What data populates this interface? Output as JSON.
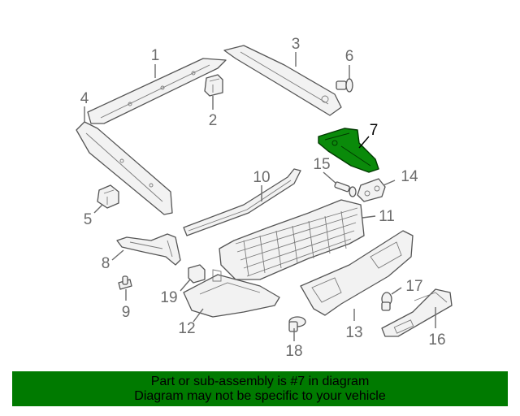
{
  "diagram": {
    "callouts": [
      {
        "id": "1",
        "label": "1"
      },
      {
        "id": "2",
        "label": "2"
      },
      {
        "id": "3",
        "label": "3"
      },
      {
        "id": "4",
        "label": "4"
      },
      {
        "id": "5",
        "label": "5"
      },
      {
        "id": "6",
        "label": "6"
      },
      {
        "id": "7",
        "label": "7"
      },
      {
        "id": "8",
        "label": "8"
      },
      {
        "id": "9",
        "label": "9"
      },
      {
        "id": "10",
        "label": "10"
      },
      {
        "id": "11",
        "label": "11"
      },
      {
        "id": "12",
        "label": "12"
      },
      {
        "id": "13",
        "label": "13"
      },
      {
        "id": "14",
        "label": "14"
      },
      {
        "id": "15",
        "label": "15"
      },
      {
        "id": "16",
        "label": "16"
      },
      {
        "id": "17",
        "label": "17"
      },
      {
        "id": "18",
        "label": "18"
      },
      {
        "id": "19",
        "label": "19"
      }
    ],
    "highlighted_part": "7",
    "highlight_color": "#0a8a0a"
  },
  "footer": {
    "line1": "Part or sub-assembly is #7 in diagram",
    "line2": "Diagram may not be specific to your vehicle",
    "background_color": "#007a00"
  }
}
